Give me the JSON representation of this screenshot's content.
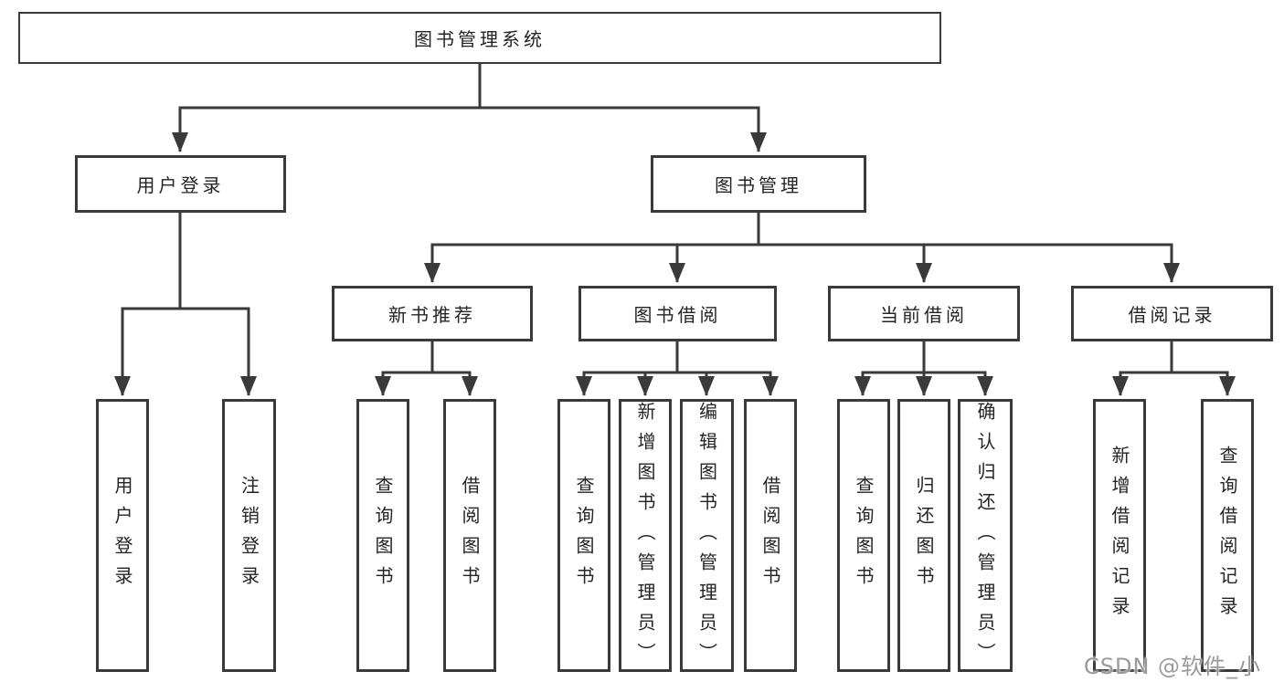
{
  "diagram": {
    "root": {
      "label": "图书管理系统"
    },
    "branches": [
      {
        "label": "用户登录",
        "children": [
          {
            "label": "用户登录"
          },
          {
            "label": "注销登录"
          }
        ]
      },
      {
        "label": "图书管理",
        "children": [
          {
            "label": "新书推荐",
            "children": [
              {
                "label": "查询图书"
              },
              {
                "label": "借阅图书"
              }
            ]
          },
          {
            "label": "图书借阅",
            "children": [
              {
                "label": "查询图书"
              },
              {
                "label": "新增图书（管理员）"
              },
              {
                "label": "编辑图书（管理员）"
              },
              {
                "label": "借阅图书"
              }
            ]
          },
          {
            "label": "当前借阅",
            "children": [
              {
                "label": "查询图书"
              },
              {
                "label": "归还图书"
              },
              {
                "label": "确认归还（管理员）"
              }
            ]
          },
          {
            "label": "借阅记录",
            "children": [
              {
                "label": "新增借阅记录"
              },
              {
                "label": "查询借阅记录"
              }
            ]
          }
        ]
      }
    ]
  },
  "watermark": {
    "text": "CSDN @软件_小贺同学"
  },
  "colors": {
    "line": "#3a3a3a",
    "text": "#242424",
    "watermark": "#9a9a9a",
    "background": "#ffffff"
  }
}
